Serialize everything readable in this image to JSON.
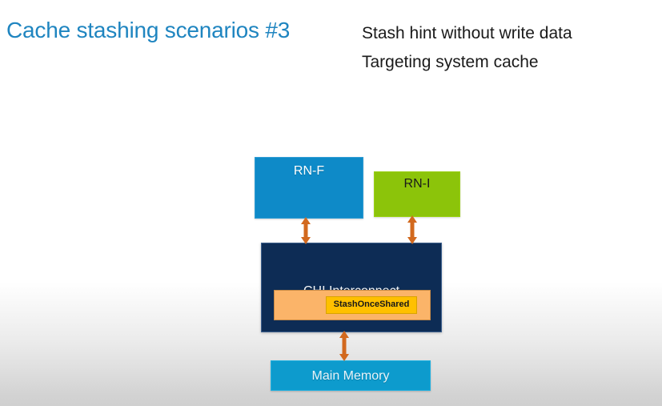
{
  "slide": {
    "title": "Cache stashing scenarios #3",
    "subtitle_lines": [
      "Stash hint without write data",
      "Targeting system cache"
    ]
  },
  "colors": {
    "title": "#1f85c0",
    "subtitle": "#1a1a1a",
    "rn_f_fill": "#0e8ac8",
    "rn_i_fill": "#8cc40a",
    "interconnect_fill": "#0d2c55",
    "stash_bar_fill": "#fbb469",
    "stash_chip_fill": "#ffc000",
    "main_memory_fill": "#0d9bcd",
    "arrow": "#d2691e",
    "background": "#ffffff",
    "background_bottom": "#d0d0d0"
  },
  "diagram": {
    "nodes": [
      {
        "id": "rn-f",
        "label": "RN-F"
      },
      {
        "id": "rn-i",
        "label": "RN-I"
      },
      {
        "id": "chi-interconnect",
        "label": "CHI Interconnect"
      },
      {
        "id": "stash-chip",
        "label": "StashOnceShared"
      },
      {
        "id": "main-memory",
        "label": "Main Memory"
      }
    ],
    "connectors": [
      {
        "id": "arrow-rnf-chi",
        "from": "rn-f",
        "to": "chi-interconnect",
        "style": "double-headed-arrow"
      },
      {
        "id": "arrow-rni-chi",
        "from": "rn-i",
        "to": "chi-interconnect",
        "style": "double-headed-arrow"
      },
      {
        "id": "arrow-chi-mem",
        "from": "chi-interconnect",
        "to": "main-memory",
        "style": "double-headed-arrow"
      }
    ]
  }
}
